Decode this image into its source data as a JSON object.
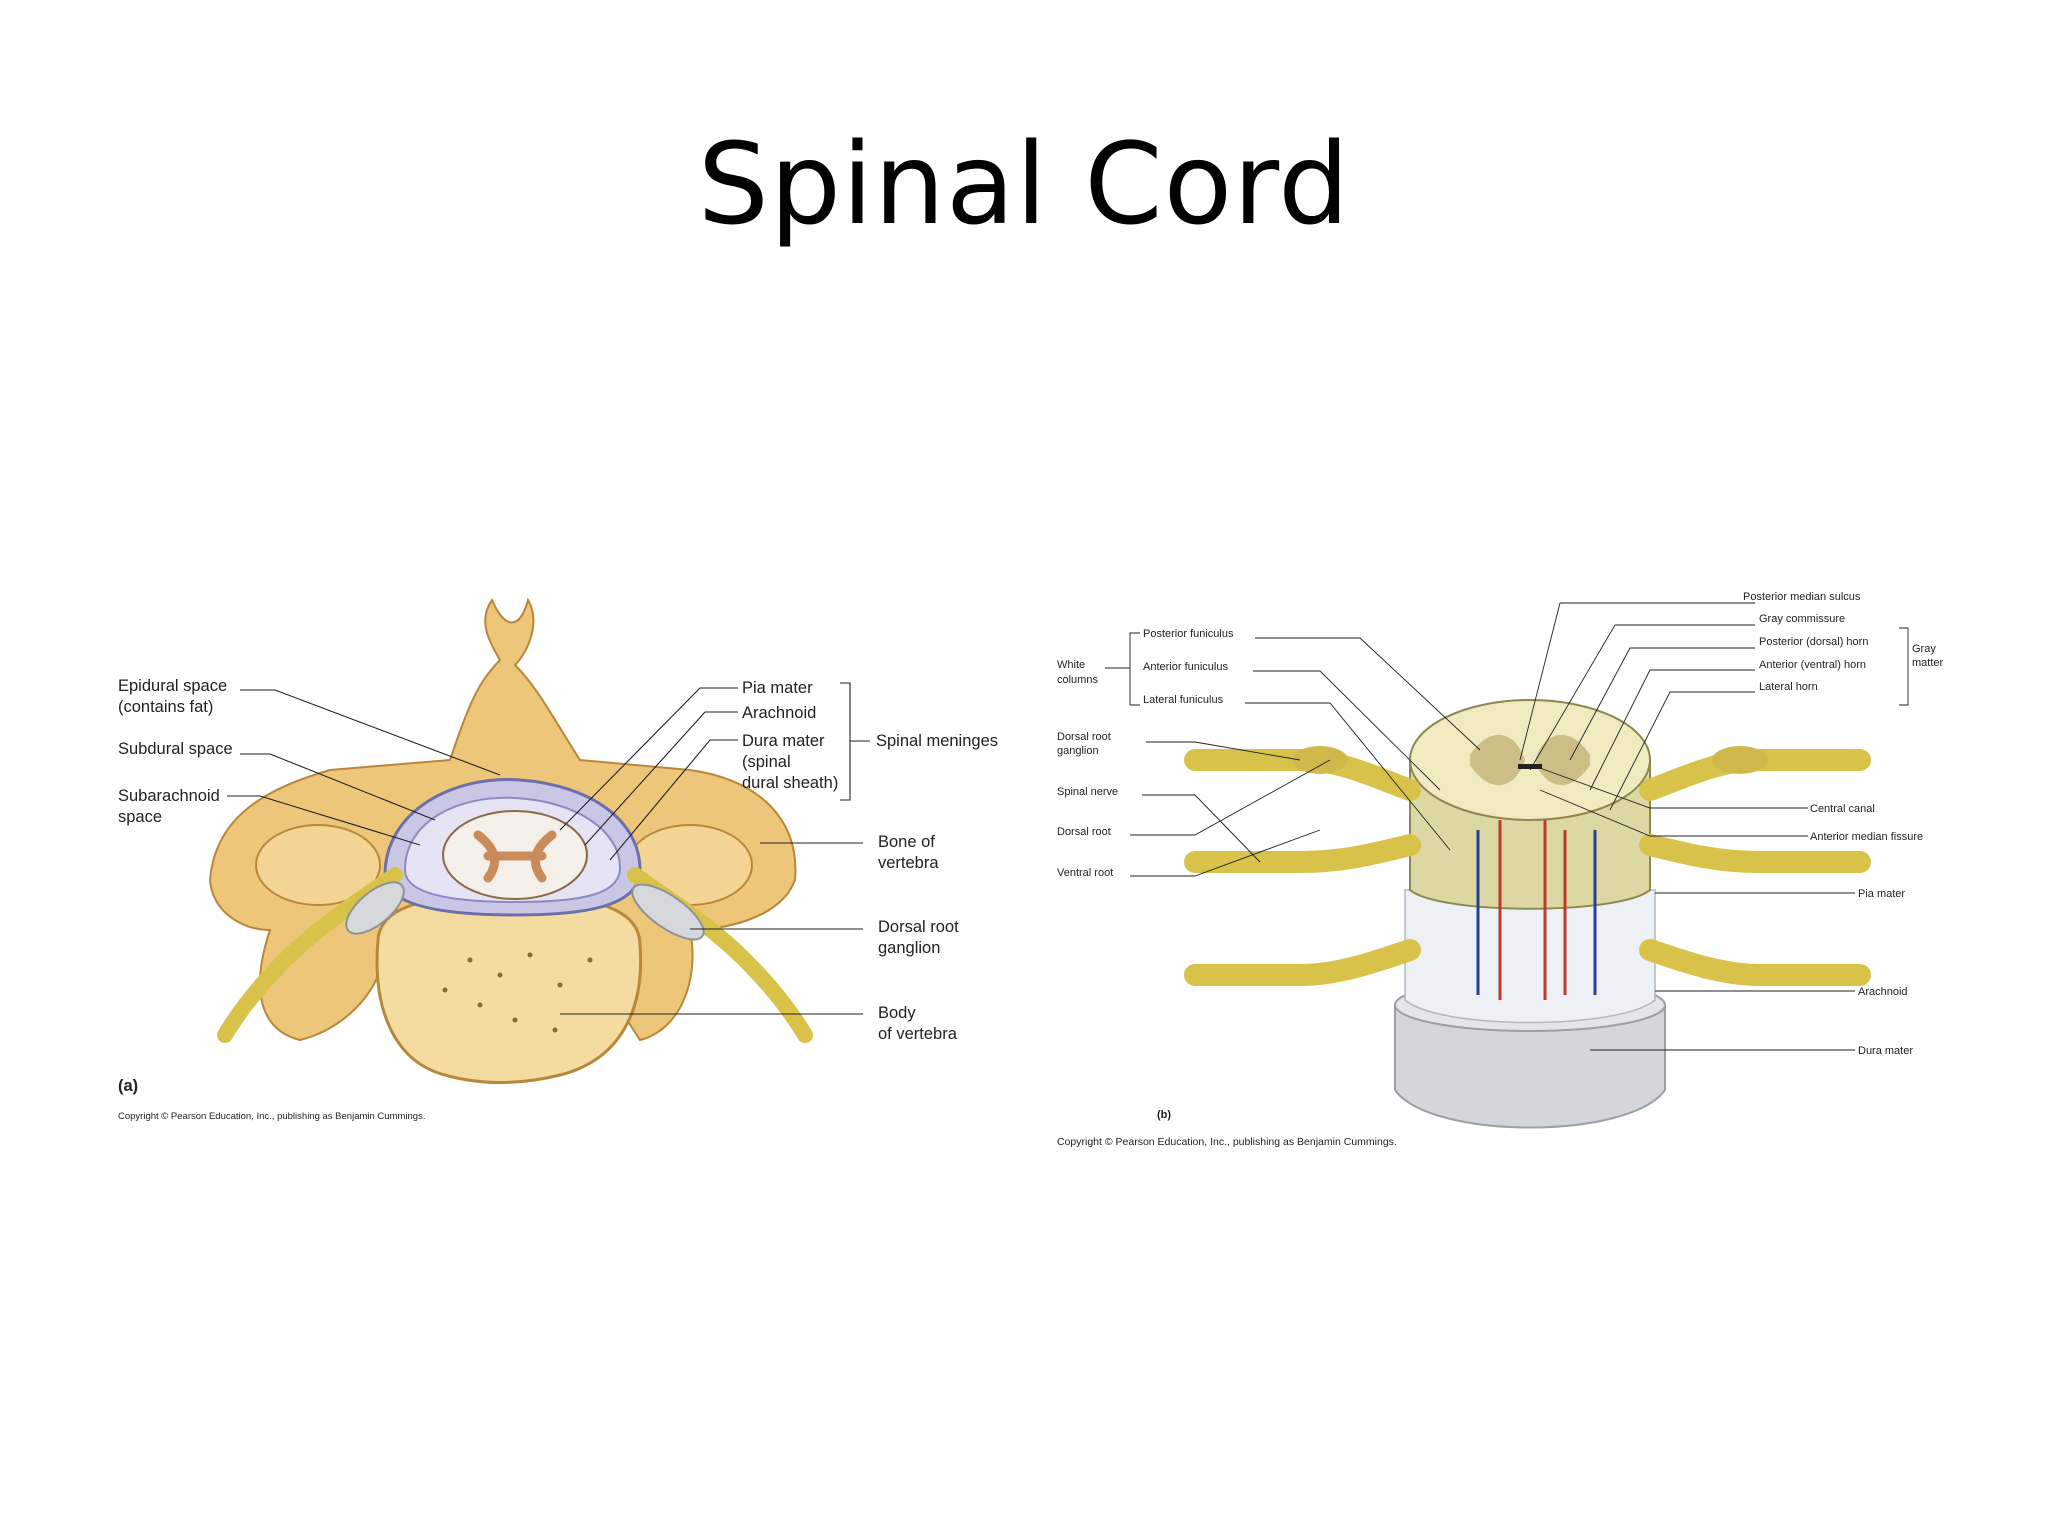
{
  "slide": {
    "title": "Spinal Cord"
  },
  "figure_a": {
    "panel_label": "(a)",
    "copyright": "Copyright © Pearson Education, Inc., publishing as Benjamin Cummings.",
    "labels_left": [
      {
        "lines": [
          "Epidural space",
          "(contains fat)"
        ]
      },
      {
        "lines": [
          "Subdural space"
        ]
      },
      {
        "lines": [
          "Subarachnoid",
          "space"
        ]
      }
    ],
    "labels_meninges": [
      {
        "lines": [
          "Pia mater"
        ]
      },
      {
        "lines": [
          "Arachnoid"
        ]
      },
      {
        "lines": [
          "Dura mater",
          "(spinal",
          "dural sheath)"
        ]
      }
    ],
    "group_label": "Spinal meninges",
    "labels_right": [
      {
        "lines": [
          "Bone of",
          "vertebra"
        ]
      },
      {
        "lines": [
          "Dorsal root",
          "ganglion"
        ]
      },
      {
        "lines": [
          "Body",
          "of vertebra"
        ]
      }
    ]
  },
  "figure_b": {
    "panel_label": "(b)",
    "copyright": "Copyright © Pearson Education, Inc., publishing as Benjamin Cummings.",
    "white_columns": {
      "group": [
        "White",
        "columns"
      ],
      "items": [
        "Posterior funiculus",
        "Anterior funiculus",
        "Lateral funiculus"
      ]
    },
    "gray_matter": {
      "group": [
        "Gray",
        "matter"
      ],
      "items": [
        "Gray commissure",
        "Posterior (dorsal) horn",
        "Anterior (ventral) horn",
        "Lateral horn"
      ]
    },
    "top_label": "Posterior median sulcus",
    "labels_left": [
      [
        "Dorsal root",
        "ganglion"
      ],
      [
        "Spinal nerve"
      ],
      [
        "Dorsal root"
      ],
      [
        "Ventral root"
      ]
    ],
    "labels_right": [
      "Central canal",
      "Anterior median fissure",
      "Pia mater",
      "Arachnoid",
      "Dura mater"
    ]
  },
  "colors": {
    "bone": "#e8bf6e",
    "bone_dark": "#b8873a",
    "meninges": "#7d7fb6",
    "nerve": "#d9c24a",
    "dura": "#cfd3d6",
    "artery": "#c0392b",
    "vein": "#2c3e8f"
  }
}
